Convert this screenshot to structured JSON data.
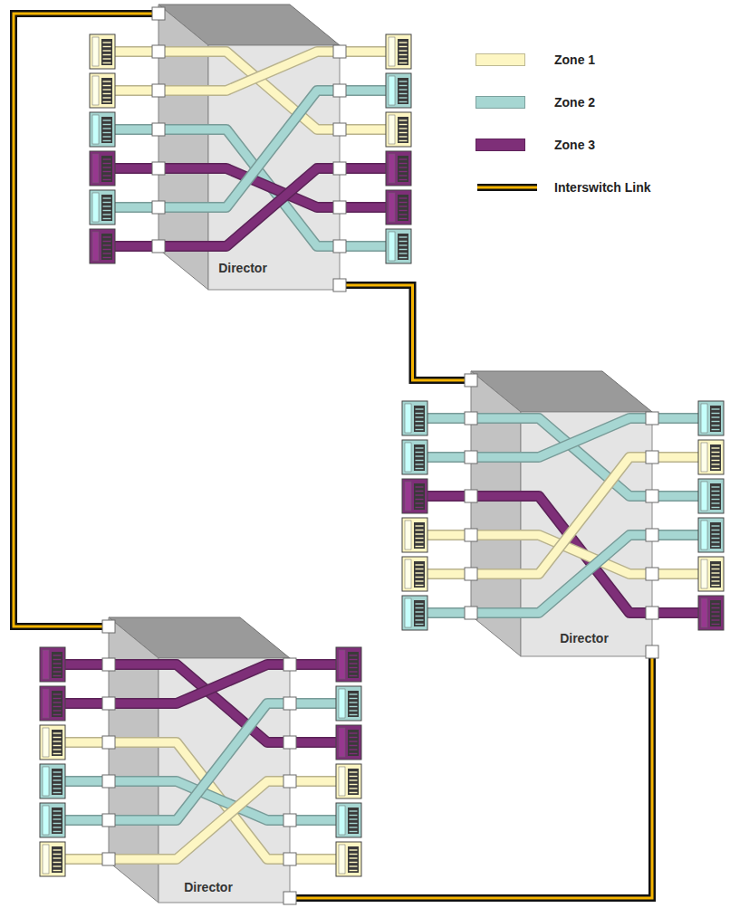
{
  "diagram": {
    "nodes": [
      {
        "text": [
          "Director"
        ]
      },
      {
        "text": [
          "Director"
        ]
      },
      {
        "text": [
          "Director"
        ]
      }
    ],
    "edges": [
      {
        "from": 0,
        "to": 1,
        "arrow": "none"
      },
      {
        "from": 1,
        "to": 2,
        "arrow": "none"
      },
      {
        "from": 2,
        "to": 0,
        "arrow": "none"
      }
    ],
    "legend": [
      {
        "text": "Zone 1",
        "color": "#fdf6c3"
      },
      {
        "text": "Zone 2",
        "color": "#a6d6d2"
      },
      {
        "text": "Zone 3",
        "color": "#7e2f78"
      },
      {
        "text": "Interswitch Link"
      }
    ]
  }
}
